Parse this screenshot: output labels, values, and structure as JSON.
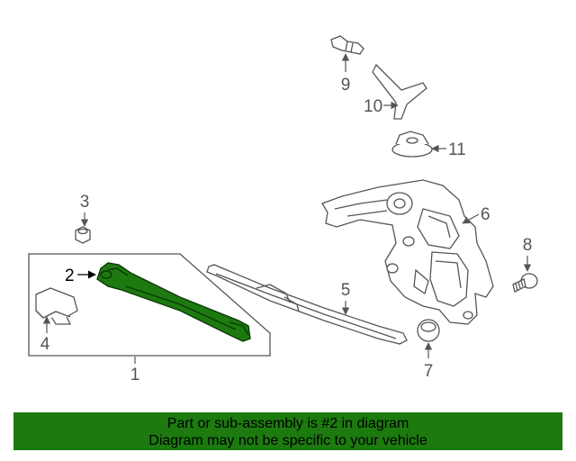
{
  "diagram": {
    "callouts": [
      "1",
      "2",
      "3",
      "4",
      "5",
      "6",
      "7",
      "8",
      "9",
      "10",
      "11"
    ],
    "highlighted_part": "2"
  },
  "colors": {
    "highlight": "#1c7a0f",
    "line": "#555555",
    "banner_bg": "#1c7a0f",
    "banner_text": "#000000"
  },
  "banner": {
    "line1": "Part or sub-assembly is #2 in diagram",
    "line2": "Diagram may not be specific to your vehicle"
  }
}
